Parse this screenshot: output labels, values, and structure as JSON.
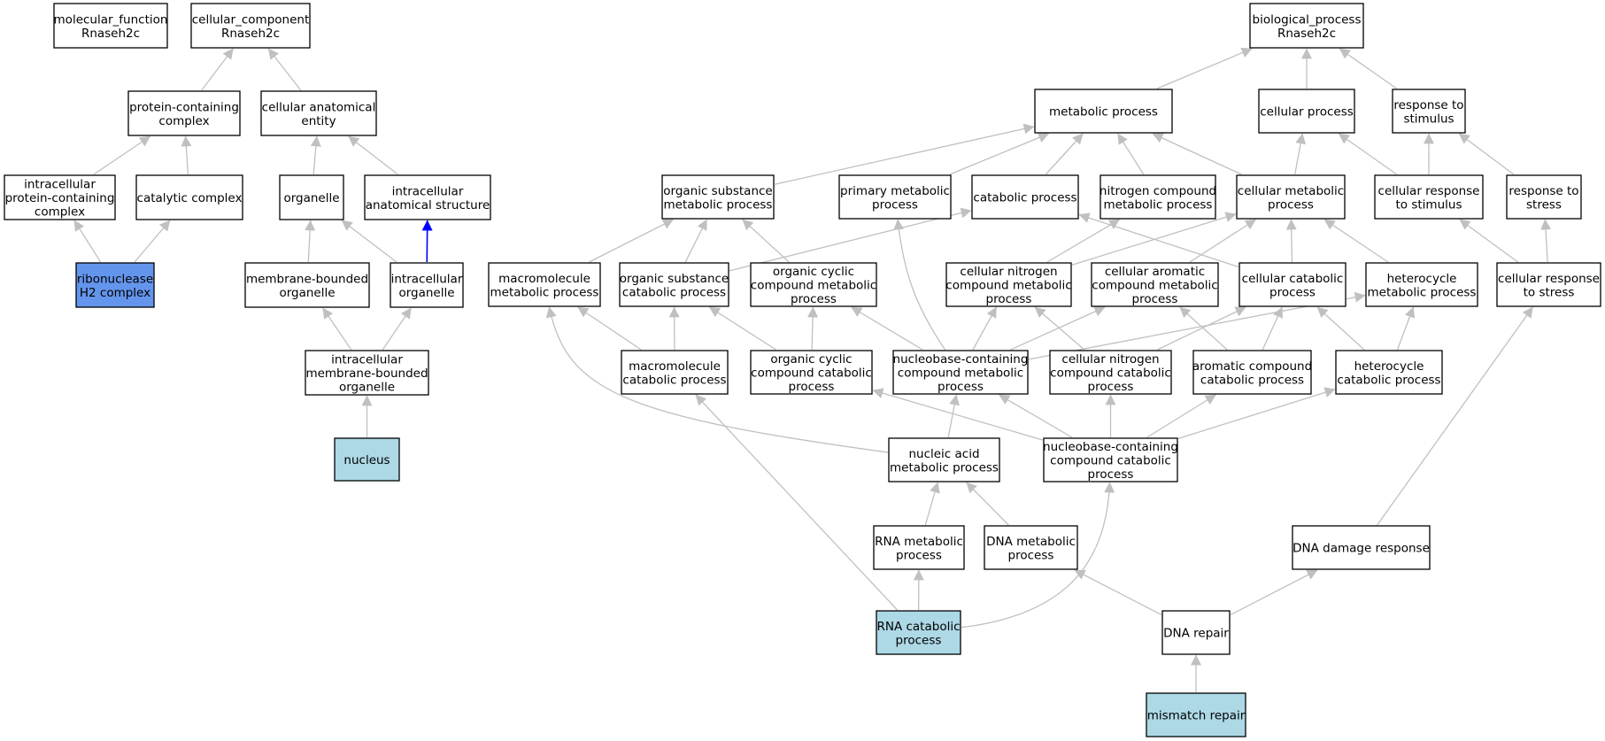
{
  "colors": {
    "default_fill": "#ffffff",
    "query_fill": "#add8e6",
    "highlight_fill": "#6495ed",
    "edge": "#c0c0c0",
    "highlight_edge": "#0000ff"
  },
  "nodes": [
    {
      "id": "mf_root",
      "label": [
        "molecular_function",
        "Rnaseh2c"
      ],
      "style": "default"
    },
    {
      "id": "cc_root",
      "label": [
        "cellular_component",
        "Rnaseh2c"
      ],
      "style": "default"
    },
    {
      "id": "bp_root",
      "label": [
        "biological_process",
        "Rnaseh2c"
      ],
      "style": "default"
    },
    {
      "id": "protein_containing_complex",
      "label": [
        "protein-containing",
        "complex"
      ],
      "style": "default"
    },
    {
      "id": "cellular_anatomical_entity",
      "label": [
        "cellular anatomical",
        "entity"
      ],
      "style": "default"
    },
    {
      "id": "intracellular_protein_containing_complex",
      "label": [
        "intracellular",
        "protein-containing",
        "complex"
      ],
      "style": "default"
    },
    {
      "id": "catalytic_complex",
      "label": [
        "catalytic complex"
      ],
      "style": "default"
    },
    {
      "id": "organelle",
      "label": [
        "organelle"
      ],
      "style": "default"
    },
    {
      "id": "intracellular_anatomical_structure",
      "label": [
        "intracellular",
        "anatomical structure"
      ],
      "style": "default"
    },
    {
      "id": "ribonuclease_h2_complex",
      "label": [
        "ribonuclease",
        "H2 complex"
      ],
      "style": "highlight"
    },
    {
      "id": "membrane_bounded_organelle",
      "label": [
        "membrane-bounded",
        "organelle"
      ],
      "style": "default"
    },
    {
      "id": "intracellular_organelle",
      "label": [
        "intracellular",
        "organelle"
      ],
      "style": "default"
    },
    {
      "id": "intracellular_membrane_bounded_organelle",
      "label": [
        "intracellular",
        "membrane-bounded",
        "organelle"
      ],
      "style": "default"
    },
    {
      "id": "nucleus",
      "label": [
        "nucleus"
      ],
      "style": "query"
    },
    {
      "id": "metabolic_process",
      "label": [
        "metabolic process"
      ],
      "style": "default"
    },
    {
      "id": "cellular_process",
      "label": [
        "cellular process"
      ],
      "style": "default"
    },
    {
      "id": "response_to_stimulus",
      "label": [
        "response to",
        "stimulus"
      ],
      "style": "default"
    },
    {
      "id": "organic_substance_metabolic_process",
      "label": [
        "organic substance",
        "metabolic process"
      ],
      "style": "default"
    },
    {
      "id": "primary_metabolic_process",
      "label": [
        "primary metabolic",
        "process"
      ],
      "style": "default"
    },
    {
      "id": "catabolic_process",
      "label": [
        "catabolic process"
      ],
      "style": "default"
    },
    {
      "id": "nitrogen_compound_metabolic_process",
      "label": [
        "nitrogen compound",
        "metabolic process"
      ],
      "style": "default"
    },
    {
      "id": "cellular_metabolic_process",
      "label": [
        "cellular metabolic",
        "process"
      ],
      "style": "default"
    },
    {
      "id": "cellular_response_to_stimulus",
      "label": [
        "cellular response",
        "to stimulus"
      ],
      "style": "default"
    },
    {
      "id": "response_to_stress",
      "label": [
        "response to",
        "stress"
      ],
      "style": "default"
    },
    {
      "id": "macromolecule_metabolic_process",
      "label": [
        "macromolecule",
        "metabolic process"
      ],
      "style": "default"
    },
    {
      "id": "organic_substance_catabolic_process",
      "label": [
        "organic substance",
        "catabolic process"
      ],
      "style": "default"
    },
    {
      "id": "organic_cyclic_compound_metabolic_process",
      "label": [
        "organic cyclic",
        "compound metabolic",
        "process"
      ],
      "style": "default"
    },
    {
      "id": "cellular_nitrogen_compound_metabolic_process",
      "label": [
        "cellular nitrogen",
        "compound metabolic",
        "process"
      ],
      "style": "default"
    },
    {
      "id": "cellular_aromatic_compound_metabolic_process",
      "label": [
        "cellular aromatic",
        "compound metabolic",
        "process"
      ],
      "style": "default"
    },
    {
      "id": "cellular_catabolic_process",
      "label": [
        "cellular catabolic",
        "process"
      ],
      "style": "default"
    },
    {
      "id": "heterocycle_metabolic_process",
      "label": [
        "heterocycle",
        "metabolic process"
      ],
      "style": "default"
    },
    {
      "id": "cellular_response_to_stress",
      "label": [
        "cellular response",
        "to stress"
      ],
      "style": "default"
    },
    {
      "id": "macromolecule_catabolic_process",
      "label": [
        "macromolecule",
        "catabolic process"
      ],
      "style": "default"
    },
    {
      "id": "organic_cyclic_compound_catabolic_process",
      "label": [
        "organic cyclic",
        "compound catabolic",
        "process"
      ],
      "style": "default"
    },
    {
      "id": "nucleobase_containing_compound_metabolic_process",
      "label": [
        "nucleobase-containing",
        "compound metabolic",
        "process"
      ],
      "style": "default"
    },
    {
      "id": "cellular_nitrogen_compound_catabolic_process",
      "label": [
        "cellular nitrogen",
        "compound catabolic",
        "process"
      ],
      "style": "default"
    },
    {
      "id": "aromatic_compound_catabolic_process",
      "label": [
        "aromatic compound",
        "catabolic process"
      ],
      "style": "default"
    },
    {
      "id": "heterocycle_catabolic_process",
      "label": [
        "heterocycle",
        "catabolic process"
      ],
      "style": "default"
    },
    {
      "id": "nucleic_acid_metabolic_process",
      "label": [
        "nucleic acid",
        "metabolic process"
      ],
      "style": "default"
    },
    {
      "id": "nucleobase_containing_compound_catabolic_process",
      "label": [
        "nucleobase-containing",
        "compound catabolic",
        "process"
      ],
      "style": "default"
    },
    {
      "id": "rna_metabolic_process",
      "label": [
        "RNA metabolic",
        "process"
      ],
      "style": "default"
    },
    {
      "id": "dna_metabolic_process",
      "label": [
        "DNA metabolic",
        "process"
      ],
      "style": "default"
    },
    {
      "id": "dna_damage_response",
      "label": [
        "DNA damage response"
      ],
      "style": "default"
    },
    {
      "id": "rna_catabolic_process",
      "label": [
        "RNA catabolic",
        "process"
      ],
      "style": "query"
    },
    {
      "id": "dna_repair",
      "label": [
        "DNA repair"
      ],
      "style": "default"
    },
    {
      "id": "mismatch_repair",
      "label": [
        "mismatch repair"
      ],
      "style": "query"
    }
  ],
  "edges": [
    {
      "from": "protein_containing_complex",
      "to": "cc_root"
    },
    {
      "from": "cellular_anatomical_entity",
      "to": "cc_root"
    },
    {
      "from": "intracellular_protein_containing_complex",
      "to": "protein_containing_complex"
    },
    {
      "from": "catalytic_complex",
      "to": "protein_containing_complex"
    },
    {
      "from": "ribonuclease_h2_complex",
      "to": "intracellular_protein_containing_complex"
    },
    {
      "from": "ribonuclease_h2_complex",
      "to": "catalytic_complex"
    },
    {
      "from": "organelle",
      "to": "cellular_anatomical_entity"
    },
    {
      "from": "intracellular_anatomical_structure",
      "to": "cellular_anatomical_entity"
    },
    {
      "from": "membrane_bounded_organelle",
      "to": "organelle"
    },
    {
      "from": "intracellular_organelle",
      "to": "organelle"
    },
    {
      "from": "intracellular_organelle",
      "to": "intracellular_anatomical_structure",
      "highlight": true
    },
    {
      "from": "intracellular_membrane_bounded_organelle",
      "to": "membrane_bounded_organelle"
    },
    {
      "from": "intracellular_membrane_bounded_organelle",
      "to": "intracellular_organelle"
    },
    {
      "from": "nucleus",
      "to": "intracellular_membrane_bounded_organelle"
    },
    {
      "from": "metabolic_process",
      "to": "bp_root"
    },
    {
      "from": "cellular_process",
      "to": "bp_root"
    },
    {
      "from": "response_to_stimulus",
      "to": "bp_root"
    },
    {
      "from": "organic_substance_metabolic_process",
      "to": "metabolic_process"
    },
    {
      "from": "primary_metabolic_process",
      "to": "metabolic_process"
    },
    {
      "from": "catabolic_process",
      "to": "metabolic_process"
    },
    {
      "from": "nitrogen_compound_metabolic_process",
      "to": "metabolic_process"
    },
    {
      "from": "cellular_metabolic_process",
      "to": "metabolic_process"
    },
    {
      "from": "cellular_metabolic_process",
      "to": "cellular_process"
    },
    {
      "from": "cellular_response_to_stimulus",
      "to": "cellular_process"
    },
    {
      "from": "cellular_response_to_stimulus",
      "to": "response_to_stimulus"
    },
    {
      "from": "response_to_stress",
      "to": "response_to_stimulus"
    },
    {
      "from": "macromolecule_metabolic_process",
      "to": "organic_substance_metabolic_process"
    },
    {
      "from": "organic_substance_catabolic_process",
      "to": "organic_substance_metabolic_process"
    },
    {
      "from": "organic_substance_catabolic_process",
      "to": "catabolic_process"
    },
    {
      "from": "organic_cyclic_compound_metabolic_process",
      "to": "organic_substance_metabolic_process"
    },
    {
      "from": "cellular_nitrogen_compound_metabolic_process",
      "to": "nitrogen_compound_metabolic_process"
    },
    {
      "from": "cellular_nitrogen_compound_metabolic_process",
      "to": "cellular_metabolic_process"
    },
    {
      "from": "cellular_aromatic_compound_metabolic_process",
      "to": "cellular_metabolic_process"
    },
    {
      "from": "cellular_catabolic_process",
      "to": "catabolic_process"
    },
    {
      "from": "cellular_catabolic_process",
      "to": "cellular_metabolic_process"
    },
    {
      "from": "heterocycle_metabolic_process",
      "to": "cellular_metabolic_process"
    },
    {
      "from": "cellular_response_to_stress",
      "to": "cellular_response_to_stimulus"
    },
    {
      "from": "cellular_response_to_stress",
      "to": "response_to_stress"
    },
    {
      "from": "macromolecule_catabolic_process",
      "to": "macromolecule_metabolic_process"
    },
    {
      "from": "macromolecule_catabolic_process",
      "to": "organic_substance_catabolic_process"
    },
    {
      "from": "organic_cyclic_compound_catabolic_process",
      "to": "organic_substance_catabolic_process"
    },
    {
      "from": "organic_cyclic_compound_catabolic_process",
      "to": "organic_cyclic_compound_metabolic_process"
    },
    {
      "from": "nucleobase_containing_compound_metabolic_process",
      "to": "primary_metabolic_process"
    },
    {
      "from": "nucleobase_containing_compound_metabolic_process",
      "to": "organic_cyclic_compound_metabolic_process"
    },
    {
      "from": "nucleobase_containing_compound_metabolic_process",
      "to": "cellular_nitrogen_compound_metabolic_process"
    },
    {
      "from": "nucleobase_containing_compound_metabolic_process",
      "to": "cellular_aromatic_compound_metabolic_process"
    },
    {
      "from": "nucleobase_containing_compound_metabolic_process",
      "to": "heterocycle_metabolic_process"
    },
    {
      "from": "cellular_nitrogen_compound_catabolic_process",
      "to": "cellular_nitrogen_compound_metabolic_process"
    },
    {
      "from": "cellular_nitrogen_compound_catabolic_process",
      "to": "cellular_catabolic_process"
    },
    {
      "from": "aromatic_compound_catabolic_process",
      "to": "cellular_aromatic_compound_metabolic_process"
    },
    {
      "from": "aromatic_compound_catabolic_process",
      "to": "cellular_catabolic_process"
    },
    {
      "from": "heterocycle_catabolic_process",
      "to": "cellular_catabolic_process"
    },
    {
      "from": "heterocycle_catabolic_process",
      "to": "heterocycle_metabolic_process"
    },
    {
      "from": "nucleic_acid_metabolic_process",
      "to": "macromolecule_metabolic_process"
    },
    {
      "from": "nucleic_acid_metabolic_process",
      "to": "nucleobase_containing_compound_metabolic_process"
    },
    {
      "from": "nucleobase_containing_compound_catabolic_process",
      "to": "organic_cyclic_compound_catabolic_process"
    },
    {
      "from": "nucleobase_containing_compound_catabolic_process",
      "to": "nucleobase_containing_compound_metabolic_process"
    },
    {
      "from": "nucleobase_containing_compound_catabolic_process",
      "to": "cellular_nitrogen_compound_catabolic_process"
    },
    {
      "from": "nucleobase_containing_compound_catabolic_process",
      "to": "aromatic_compound_catabolic_process"
    },
    {
      "from": "nucleobase_containing_compound_catabolic_process",
      "to": "heterocycle_catabolic_process"
    },
    {
      "from": "rna_metabolic_process",
      "to": "nucleic_acid_metabolic_process"
    },
    {
      "from": "dna_metabolic_process",
      "to": "nucleic_acid_metabolic_process"
    },
    {
      "from": "dna_damage_response",
      "to": "cellular_response_to_stress"
    },
    {
      "from": "rna_catabolic_process",
      "to": "macromolecule_catabolic_process"
    },
    {
      "from": "rna_catabolic_process",
      "to": "nucleobase_containing_compound_catabolic_process"
    },
    {
      "from": "rna_catabolic_process",
      "to": "rna_metabolic_process"
    },
    {
      "from": "dna_repair",
      "to": "dna_metabolic_process"
    },
    {
      "from": "dna_repair",
      "to": "dna_damage_response"
    },
    {
      "from": "mismatch_repair",
      "to": "dna_repair"
    }
  ]
}
